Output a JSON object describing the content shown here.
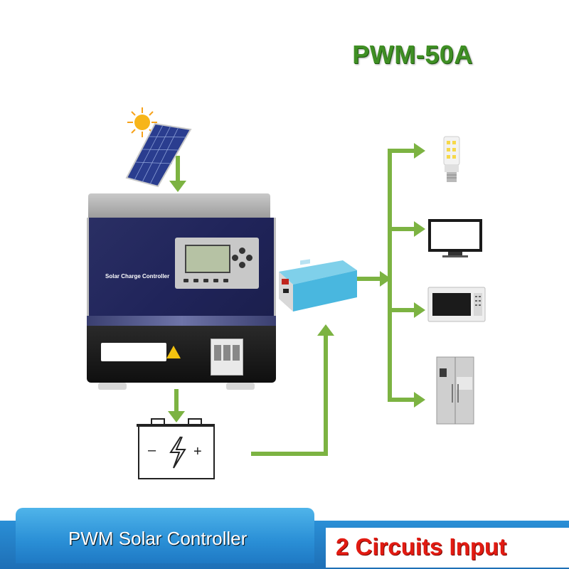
{
  "header": {
    "model": "PWM-50A"
  },
  "controller": {
    "label": "Solar Charge Controller"
  },
  "banner": {
    "left_text": "PWM Solar Controller",
    "right_text": "2 Circuits Input"
  },
  "icons": {
    "sun": "sun-icon",
    "solar_panel": "solar-panel-icon",
    "battery": "battery-icon",
    "inverter": "inverter-icon",
    "bulb": "led-bulb-icon",
    "tv": "tv-icon",
    "microwave": "microwave-icon",
    "fridge": "refrigerator-icon"
  },
  "colors": {
    "arrow_green": "#7cb342",
    "title_green": "#3f8f24",
    "banner_blue": "#2a8fd6",
    "banner_red_text": "#e21b12",
    "controller_navy": "#20245a"
  }
}
